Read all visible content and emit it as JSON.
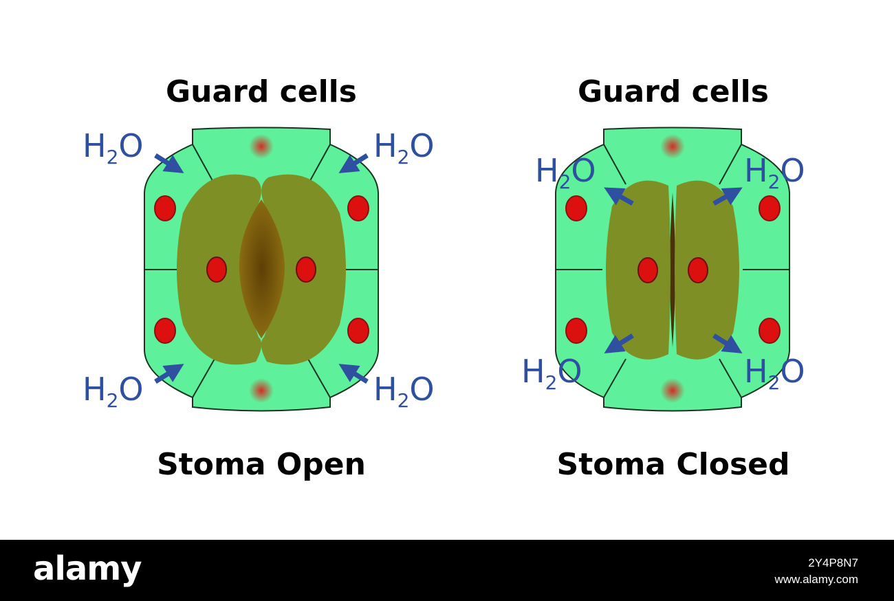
{
  "panels": [
    {
      "id": "open",
      "title": "Guard cells",
      "caption": "Stoma Open"
    },
    {
      "id": "closed",
      "title": "Guard cells",
      "caption": "Stoma Closed"
    }
  ],
  "water": {
    "main": "H",
    "sub": "2",
    "end": "O"
  },
  "footer": {
    "logo": "alamy",
    "image_id": "2Y4P8N7",
    "site": "www.alamy.com"
  },
  "colors": {
    "epidermal": "#5ef09a",
    "guard": "#7e8f25",
    "pore": "#6e5008",
    "nucleus": "#dd1010",
    "arrow": "#2f4fa0",
    "outline": "#1a3322"
  }
}
